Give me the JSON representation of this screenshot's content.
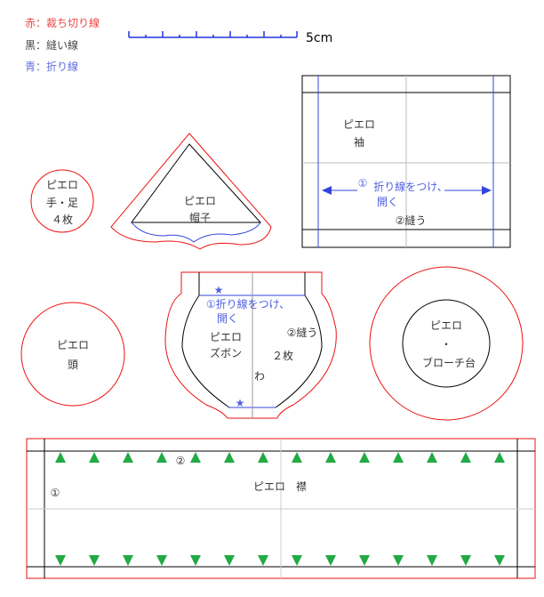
{
  "legend": {
    "red": "赤：裁ち切り線",
    "black": "黒：縫い線",
    "blue": "青：折り線",
    "scale_label": "5cm"
  },
  "colors": {
    "cut": "#ee1111",
    "sew": "#000000",
    "fold": "#3344dd",
    "center": "#999999",
    "mark": "#22aa44"
  },
  "sleeve": {
    "line1": "ピエロ",
    "line2": "袖",
    "step1_num": "①",
    "step1": "折り線をつけ、",
    "step1b": "開く",
    "step2": "②縫う"
  },
  "hands": {
    "line1": "ピエロ",
    "line2": "手・足",
    "line3": "４枚"
  },
  "hat": {
    "line1": "ピエロ",
    "line2": "帽子"
  },
  "head": {
    "line1": "ピエロ",
    "line2": "頭"
  },
  "pants": {
    "step1": "①折り線をつけ、",
    "step1b": "開く",
    "line1": "ピエロ",
    "line2": "ズボン",
    "step2": "②縫う",
    "count": "２枚",
    "fold_mark": "わ",
    "star": "★"
  },
  "brooch": {
    "line1": "ピエロ",
    "dot": "・",
    "line2": "ブローチ台"
  },
  "collar": {
    "label": "ピエロ　襟",
    "mark1": "①",
    "mark2": "②"
  }
}
